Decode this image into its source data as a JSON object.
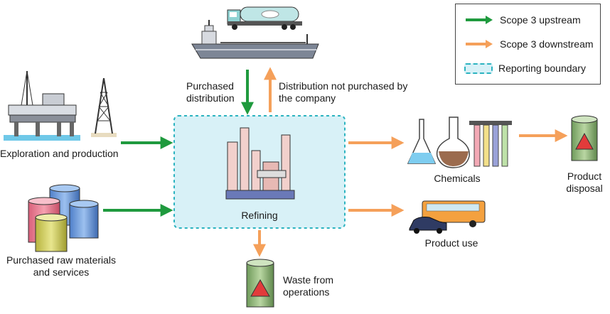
{
  "legend": {
    "upstream": "Scope 3 upstream",
    "downstream": "Scope 3 downstream",
    "boundary": "Reporting boundary"
  },
  "labels": {
    "exploration": "Exploration and production",
    "raw_materials": [
      "Purchased raw materials",
      "and services"
    ],
    "purchased_distribution": [
      "Purchased",
      "distribution"
    ],
    "distribution_not_purchased": [
      "Distribution not purchased by",
      "the company"
    ],
    "refining": "Refining",
    "chemicals": "Chemicals",
    "product_disposal": [
      "Product",
      "disposal"
    ],
    "product_use": "Product use",
    "waste": [
      "Waste from",
      "operations"
    ]
  },
  "colors": {
    "upstream": "#1f9a3e",
    "downstream": "#f5a05a",
    "boundary_border": "#2bb3c0",
    "boundary_fill": "#d8f1f7"
  }
}
